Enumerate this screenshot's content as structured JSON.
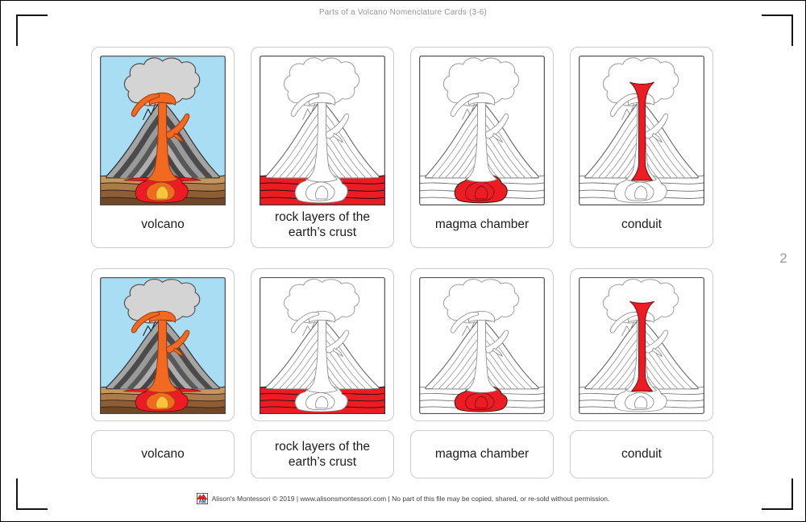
{
  "page": {
    "title": "Parts of a Volcano Nomenclature Cards (3-6)",
    "page_number": "2"
  },
  "footer": {
    "logo": "alisons-montessori-logo",
    "text": "Alison's Montessori © 2019 | www.alisonsmontessori.com | No part of this file may be copied, shared, or re-sold without permission."
  },
  "colors": {
    "highlight_red": "#ec1c24",
    "sky_blue": "#a9ddf3",
    "cloud_gray": "#d4d4d4",
    "lava_orange": "#f26a21",
    "lava_yellow": "#f9c33c",
    "card_border": "#cccccc"
  },
  "cards": {
    "labeled": [
      {
        "label": "volcano",
        "illustration": "volcano-color"
      },
      {
        "label": "rock layers of the earth’s crust",
        "illustration": "volcano-outline-crust"
      },
      {
        "label": "magma chamber",
        "illustration": "volcano-outline-magma"
      },
      {
        "label": "conduit",
        "illustration": "volcano-outline-conduit"
      }
    ],
    "picture_only": [
      {
        "illustration": "volcano-color"
      },
      {
        "illustration": "volcano-outline-crust"
      },
      {
        "illustration": "volcano-outline-magma"
      },
      {
        "illustration": "volcano-outline-conduit"
      }
    ],
    "label_only": [
      {
        "label": "volcano"
      },
      {
        "label": "rock layers of the earth’s crust"
      },
      {
        "label": "magma chamber"
      },
      {
        "label": "conduit"
      }
    ]
  }
}
